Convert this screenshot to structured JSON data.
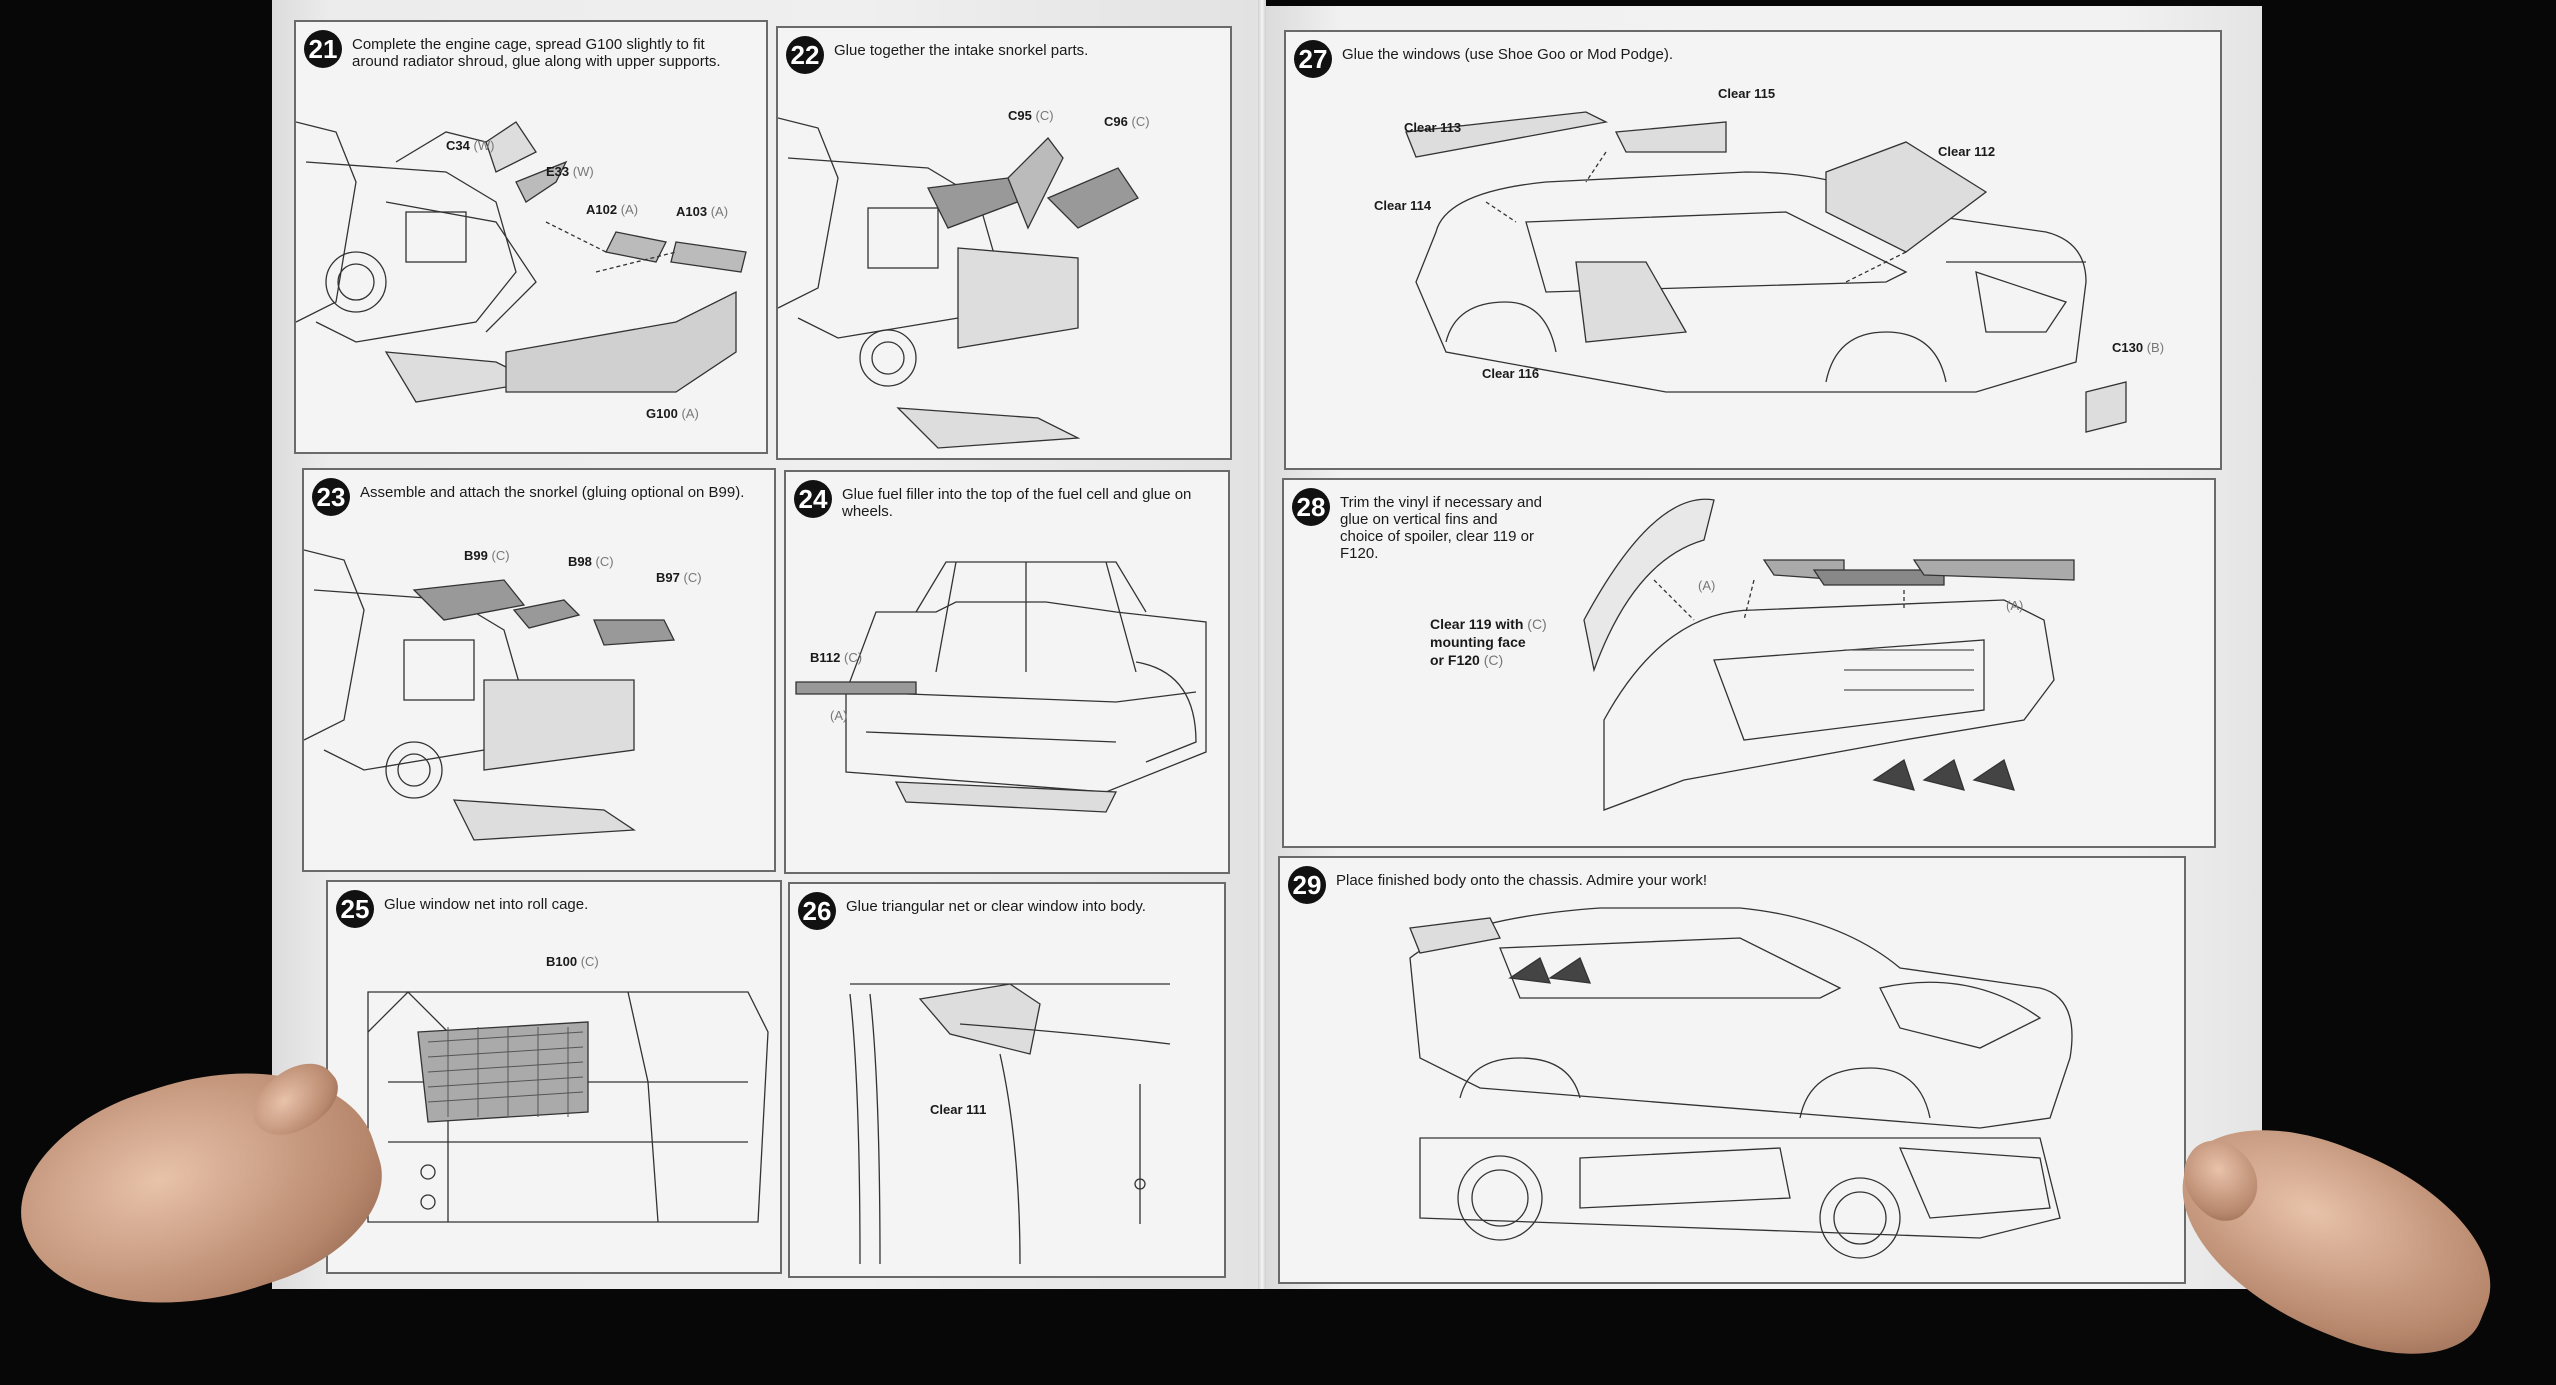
{
  "steps": [
    {
      "num": "21",
      "text": "Complete the engine cage, spread G100 slightly to fit around radiator shroud, glue along with upper supports.",
      "parts": [
        {
          "name": "C34",
          "code": "(W)"
        },
        {
          "name": "E33",
          "code": "(W)"
        },
        {
          "name": "A102",
          "code": "(A)"
        },
        {
          "name": "A103",
          "code": "(A)"
        },
        {
          "name": "G100",
          "code": "(A)"
        }
      ]
    },
    {
      "num": "22",
      "text": "Glue together the intake snorkel parts.",
      "parts": [
        {
          "name": "C95",
          "code": "(C)"
        },
        {
          "name": "C96",
          "code": "(C)"
        }
      ]
    },
    {
      "num": "23",
      "text": "Assemble and attach the snorkel (gluing optional on B99).",
      "parts": [
        {
          "name": "B99",
          "code": "(C)"
        },
        {
          "name": "B98",
          "code": "(C)"
        },
        {
          "name": "B97",
          "code": "(C)"
        }
      ]
    },
    {
      "num": "24",
      "text": "Glue fuel filler into the top of the fuel cell and glue on wheels.",
      "parts": [
        {
          "name": "B112",
          "code": "(C)"
        },
        {
          "name": "",
          "code": "(A)"
        }
      ]
    },
    {
      "num": "25",
      "text": "Glue window net into roll cage.",
      "parts": [
        {
          "name": "B100",
          "code": "(C)"
        }
      ]
    },
    {
      "num": "26",
      "text": "Glue triangular net or clear window into body.",
      "parts": [
        {
          "name": "Clear 111",
          "code": ""
        }
      ]
    },
    {
      "num": "27",
      "text": "Glue the windows (use Shoe Goo or Mod Podge).",
      "parts": [
        {
          "name": "Clear 115",
          "code": ""
        },
        {
          "name": "Clear 113",
          "code": ""
        },
        {
          "name": "Clear 112",
          "code": ""
        },
        {
          "name": "Clear 114",
          "code": ""
        },
        {
          "name": "Clear 116",
          "code": ""
        },
        {
          "name": "C130",
          "code": "(B)"
        }
      ]
    },
    {
      "num": "28",
      "text": "Trim the vinyl if necessary and glue on vertical fins and choice of spoiler, clear 119 or F120.",
      "parts": [
        {
          "name": "Clear 119 with",
          "code": "(C)"
        },
        {
          "name": "mounting face",
          "code": ""
        },
        {
          "name": "or F120",
          "code": "(C)"
        },
        {
          "name": "",
          "code": "(A)"
        },
        {
          "name": "",
          "code": "(A)"
        }
      ]
    },
    {
      "num": "29",
      "text": "Place finished body onto the chassis. Admire your work!",
      "parts": []
    }
  ]
}
